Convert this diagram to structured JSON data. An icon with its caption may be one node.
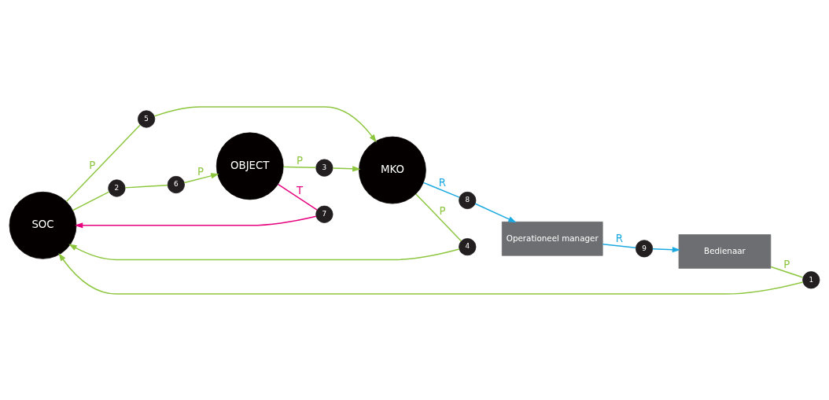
{
  "diagram": {
    "nodes": [
      {
        "text": [
          "SOC"
        ]
      },
      {
        "text": [
          "MKO"
        ]
      },
      {
        "text": [
          "OBJECT"
        ]
      },
      {
        "text": [
          "Bedienaar"
        ]
      },
      {
        "text": [
          "Operationeel manager"
        ]
      },
      {
        "text": [
          "1"
        ]
      },
      {
        "text": [
          "2"
        ]
      },
      {
        "text": [
          "6"
        ]
      },
      {
        "text": [
          "5"
        ]
      },
      {
        "text": [
          "4"
        ]
      },
      {
        "text": [
          "8"
        ]
      },
      {
        "text": [
          "3"
        ]
      },
      {
        "text": [
          "7"
        ]
      },
      {
        "text": [
          "9"
        ]
      }
    ],
    "edges": [
      {
        "from": 3,
        "to": 5,
        "arrow": "none",
        "label": "P"
      },
      {
        "from": 5,
        "to": 0,
        "arrow": "to"
      },
      {
        "from": 0,
        "to": 6,
        "arrow": "none"
      },
      {
        "from": 6,
        "to": 7,
        "arrow": "none"
      },
      {
        "from": 7,
        "to": 2,
        "arrow": "to",
        "label": "P"
      },
      {
        "from": 0,
        "to": 8,
        "arrow": "none",
        "label": "P"
      },
      {
        "from": 8,
        "to": 1,
        "arrow": "to"
      },
      {
        "from": 1,
        "to": 9,
        "arrow": "none",
        "label": "P"
      },
      {
        "from": 9,
        "to": 0,
        "arrow": "to"
      },
      {
        "from": 1,
        "to": 10,
        "arrow": "none",
        "label": "R",
        "color": "#1ba9e1"
      },
      {
        "from": 10,
        "to": 4,
        "arrow": "to",
        "color": "#1ba9e1"
      },
      {
        "from": 2,
        "to": 11,
        "arrow": "none",
        "label": "P"
      },
      {
        "from": 11,
        "to": 1,
        "arrow": "to"
      },
      {
        "from": 2,
        "to": 12,
        "arrow": "none",
        "label": "T",
        "color": "#e6007e"
      },
      {
        "from": 12,
        "to": 0,
        "arrow": "to",
        "color": "#e6007e"
      },
      {
        "from": 4,
        "to": 13,
        "arrow": "none",
        "label": "R",
        "color": "#1ba9e1"
      },
      {
        "from": 13,
        "to": 3,
        "arrow": "to",
        "color": "#1ba9e1"
      }
    ]
  }
}
